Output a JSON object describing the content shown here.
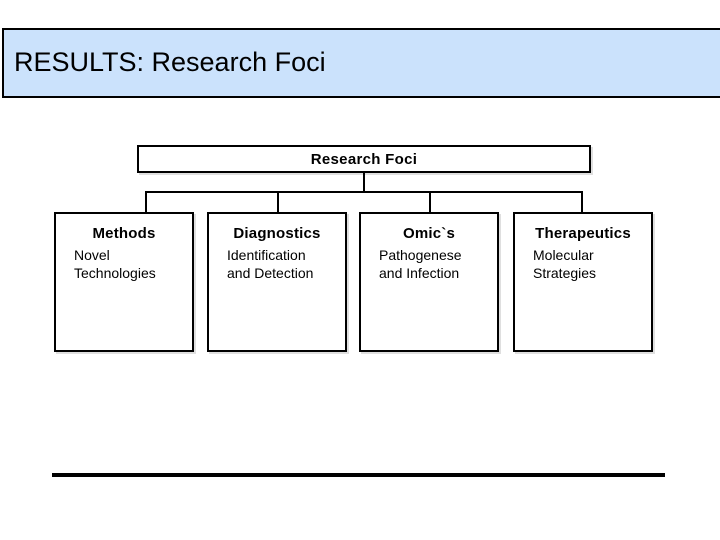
{
  "slide": {
    "title": "RESULTS: Research Foci",
    "banner_color": "#cbe2fc",
    "text_color": "#000000",
    "border_color": "#000000",
    "background_color": "#ffffff"
  },
  "diagram": {
    "type": "org-chart",
    "root": {
      "label": "Research Foci"
    },
    "children": [
      {
        "title": "Methods",
        "body": "Novel\nTechnologies"
      },
      {
        "title": "Diagnostics",
        "body": "Identification\nand Detection"
      },
      {
        "title": "Omic`s",
        "body": "Pathogenese\nand Infection"
      },
      {
        "title": "Therapeutics",
        "body": "Molecular\nStrategies"
      }
    ]
  }
}
